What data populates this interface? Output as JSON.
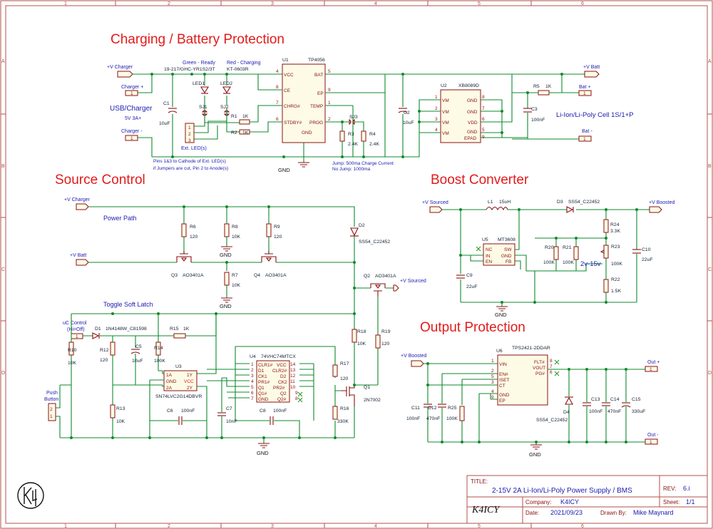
{
  "frame": {
    "cols": [
      "1",
      "2",
      "3",
      "4",
      "5",
      "6"
    ],
    "rows": [
      "A",
      "B",
      "C",
      "D"
    ]
  },
  "sections": {
    "charging": "Charging / Battery Protection",
    "source": "Source Control",
    "boost": "Boost Converter",
    "output": "Output Protection"
  },
  "notes": {
    "power_path": "Power Path",
    "toggle": "Toggle Soft Latch",
    "usb": "USB/Charger",
    "usb_spec": "5V 3A+",
    "cell": "Li-Ion/Li-Poly Cell 1S/1+P",
    "pins": "Pins 1&3 to Cathode of Ext. LED(s)",
    "pins2": "if Jumpers are cut, Pin 2 to Anode(s)",
    "jump": "Jump: 500ma Charge Current",
    "nojump": "No Jump: 1000ma",
    "ext_leds": "Ext. LED(s)",
    "green": "Green - Ready",
    "green_pn": "19-217/GHC-YR1S2/3T",
    "red": "Red - Charging",
    "red_pn": "KT-0603R",
    "vrange": "2v-15v",
    "uc_control": "uC Control",
    "hi_off": "(Hi=Off)",
    "push": "Push",
    "button": "Button"
  },
  "nets": {
    "v_charger": "+V Charger",
    "v_batt": "+V Batt",
    "v_sourced": "+V Sourced",
    "v_boosted": "+V Boosted",
    "gnd": "GND",
    "charger_p": "Charger +",
    "charger_n": "Charger -",
    "bat_p": "Bat +",
    "bat_n": "Bat -",
    "out_p": "Out +",
    "out_n": "Out -"
  },
  "components": {
    "U1": "U1",
    "U1v": "TP4056",
    "U2": "U2",
    "U2v": "XB8089D",
    "U3": "U3",
    "U3v": "SN74LVC2G14DBVR",
    "U4": "U4",
    "U4v": "74VHC74MTCX",
    "U5": "U5",
    "U5v": "MT3608",
    "U6": "U6",
    "U6v": "TPS2421-2DDAR",
    "LED1": "LED1",
    "LED2": "LED2",
    "SJ1": "SJ1",
    "SJ2": "SJ2",
    "SJ3": "SJ3",
    "C1": "C1",
    "C1v": "10uF",
    "C2": "C2",
    "C2v": "10uF",
    "C3": "C3",
    "C3v": "100nF",
    "C5": "C5",
    "C5v": "10uF",
    "C6": "C6",
    "C6v": "100nF",
    "C7": "C7",
    "C7v": "10nF",
    "C8": "C8",
    "C8v": "100nF",
    "C9": "C9",
    "C9v": "22uF",
    "C10": "C10",
    "C10v": "22uF",
    "C11": "C11",
    "C11v": "100nF",
    "C12": "C12",
    "C12v": "470nF",
    "C13": "C13",
    "C13v": "100nF",
    "C14": "C14",
    "C14v": "470nF",
    "C15": "C15",
    "C15v": "330uF",
    "R1": "R1",
    "R1v": "1K",
    "R2": "R2",
    "R2v": "1K",
    "R3": "R3",
    "R3v": "2.4K",
    "R4": "R4",
    "R4v": "2.4K",
    "R5": "R5",
    "R5v": "1K",
    "R6": "R6",
    "R6v": "120",
    "R7": "R7",
    "R7v": "10K",
    "R8": "R8",
    "R8v": "10K",
    "R9": "R9",
    "R9v": "120",
    "R10": "R10",
    "R10v": "10K",
    "R12": "R12",
    "R12v": "120",
    "R13": "R13",
    "R13v": "10K",
    "R14": "R14",
    "R14v": "100K",
    "R15": "R15",
    "R15v": "1K",
    "R16": "R16",
    "R16v": "330K",
    "R17": "R17",
    "R17v": "120",
    "R18": "R18",
    "R18v": "10K",
    "R19": "R19",
    "R19v": "120",
    "R20": "R20",
    "R20v": "100K",
    "R21": "R21",
    "R21v": "100K",
    "R22": "R22",
    "R22v": "1.5K",
    "R23": "R23",
    "R23v": "100K",
    "R24": "R24",
    "R24v": "3.3K",
    "R25": "R25",
    "R25v": "100K",
    "L1": "L1",
    "L1v": "15uH",
    "D1": "D1",
    "D1v": "1N4148W_C81598",
    "D2": "D2",
    "D2v": "SS54_C22452",
    "D3": "D3",
    "D3v": "SS54_C22452",
    "D4": "D4",
    "D4v": "SS54_C22452",
    "Q1": "Q1",
    "Q1v": "2N7002",
    "Q2": "Q2",
    "Q2v": "AO3401A",
    "Q3": "Q3",
    "Q3v": "AO3401A",
    "Q4": "Q4",
    "Q4v": "AO3401A"
  },
  "pins": {
    "U1": [
      "VCC",
      "CE",
      "CHRG#",
      "STDBY#",
      "BAT",
      "EP",
      "TEMP",
      "PROG",
      "GND"
    ],
    "U1n": [
      "4",
      "8",
      "7",
      "6",
      "5",
      "9",
      "1",
      "2",
      "3"
    ],
    "U2": [
      "VM",
      "VM",
      "VM",
      "VM",
      "GND",
      "GND",
      "VDD",
      "GND",
      "EPAD"
    ],
    "U2n": [
      "1",
      "2",
      "3",
      "4",
      "8",
      "7",
      "6",
      "5",
      "9"
    ],
    "U3": [
      "1A",
      "GND",
      "2A",
      "1Y",
      "VCC",
      "2Y"
    ],
    "U3n": [
      "1",
      "2",
      "3",
      "6",
      "5",
      "4"
    ],
    "U4l": [
      "CLR1#",
      "D1",
      "CK1",
      "PR1#",
      "Q1",
      "Q1#",
      "GND"
    ],
    "U4ln": [
      "1",
      "2",
      "3",
      "4",
      "5",
      "6",
      "7"
    ],
    "U4r": [
      "VCC",
      "CLR2#",
      "D2",
      "CK2",
      "PR2#",
      "Q2",
      "Q2#"
    ],
    "U4rn": [
      "14",
      "13",
      "12",
      "11",
      "10",
      "9",
      "8"
    ],
    "U5l": [
      "NC",
      "IN",
      "EN"
    ],
    "U5r": [
      "SW",
      "GND",
      "FB"
    ],
    "U6l": [
      "VIN",
      "EN#",
      "ISET",
      "CT",
      "GND",
      "EP"
    ],
    "U6ln": [
      "1",
      "2",
      "5",
      "3",
      "4",
      "9"
    ],
    "U6r": [
      "FLT#",
      "VOUT",
      "PG#"
    ],
    "U6rn": [
      "8",
      "7",
      "6"
    ]
  },
  "title_block": {
    "title_lbl": "TITLE:",
    "title": "2-15V 2A Li-Ion/Li-Poly Power Supply / BMS",
    "rev_lbl": "REV:",
    "rev": "6.i",
    "company_lbl": "Company:",
    "company": "K4ICY",
    "sheet_lbl": "Sheet:",
    "sheet": "1/1",
    "date_lbl": "Date:",
    "date": "2021/09/23",
    "drawn_lbl": "Drawn By:",
    "drawn": "Mike Maynard",
    "logo_text": "K4ICY"
  }
}
